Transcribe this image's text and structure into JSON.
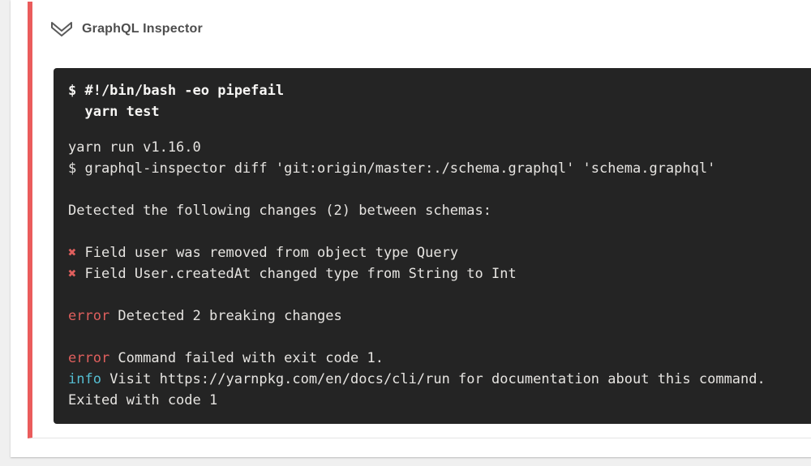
{
  "header": {
    "title": "GraphQL Inspector"
  },
  "colors": {
    "page_bg": "#f0f0f0",
    "status_red": "#ea5c5c",
    "terminal_bg": "#242424",
    "terminal_text": "#e6e4e1",
    "error_red": "#df5f5d",
    "info_cyan": "#55bed2"
  },
  "terminal": {
    "command_lines": [
      "$ #!/bin/bash -eo pipefail",
      "  yarn test"
    ],
    "output_lines": [
      {
        "segments": [
          {
            "text": "yarn run v1.16.0",
            "style": "plain"
          }
        ]
      },
      {
        "segments": [
          {
            "text": "$ graphql-inspector diff 'git:origin/master:./schema.graphql' 'schema.graphql'",
            "style": "plain"
          }
        ]
      },
      {
        "segments": []
      },
      {
        "segments": [
          {
            "text": "Detected the following changes (2) between schemas:",
            "style": "plain"
          }
        ]
      },
      {
        "segments": []
      },
      {
        "segments": [
          {
            "text": "✖",
            "style": "error"
          },
          {
            "text": " Field user was removed from object type Query",
            "style": "plain"
          }
        ]
      },
      {
        "segments": [
          {
            "text": "✖",
            "style": "error"
          },
          {
            "text": " Field User.createdAt changed type from String to Int",
            "style": "plain"
          }
        ]
      },
      {
        "segments": []
      },
      {
        "segments": [
          {
            "text": "error",
            "style": "error"
          },
          {
            "text": " Detected 2 breaking changes",
            "style": "plain"
          }
        ]
      },
      {
        "segments": []
      },
      {
        "segments": [
          {
            "text": "error",
            "style": "error"
          },
          {
            "text": " Command failed with exit code 1.",
            "style": "plain"
          }
        ]
      },
      {
        "segments": [
          {
            "text": "info",
            "style": "info"
          },
          {
            "text": " Visit https://yarnpkg.com/en/docs/cli/run for documentation about this command.",
            "style": "plain"
          }
        ]
      },
      {
        "segments": [
          {
            "text": "Exited with code 1",
            "style": "plain"
          }
        ]
      }
    ]
  }
}
